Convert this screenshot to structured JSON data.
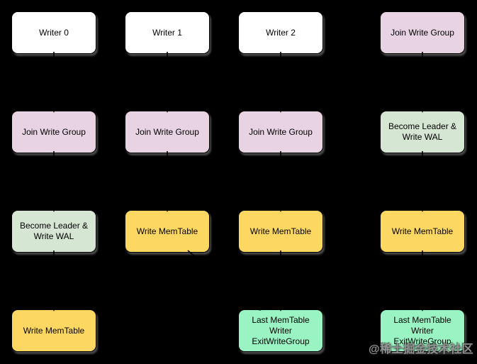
{
  "diagram": {
    "background": "#000000",
    "colors": {
      "white": "#ffffff",
      "purple": "#e7d3e2",
      "green": "#d5e6d2",
      "yellow": "#fcd863",
      "mint": "#9af3c2",
      "border": "#000000",
      "edge": "#000000",
      "text": "#000000"
    },
    "layout": {
      "colX": [
        16,
        176,
        336,
        536
      ],
      "rowY": [
        16,
        156,
        296,
        436
      ],
      "nodeW": 120,
      "nodeH": 60
    },
    "nodes": [
      {
        "id": "writer-0",
        "label": "Writer 0",
        "col": 0,
        "row": 0,
        "color": "white"
      },
      {
        "id": "writer-1",
        "label": "Writer 1",
        "col": 1,
        "row": 0,
        "color": "white"
      },
      {
        "id": "writer-2",
        "label": "Writer 2",
        "col": 2,
        "row": 0,
        "color": "white"
      },
      {
        "id": "join-writer-3",
        "label": "Join Write Group",
        "col": 3,
        "row": 0,
        "color": "purple"
      },
      {
        "id": "join-writer-0",
        "label": "Join Write Group",
        "col": 0,
        "row": 1,
        "color": "purple"
      },
      {
        "id": "join-writer-1",
        "label": "Join Write Group",
        "col": 1,
        "row": 1,
        "color": "purple"
      },
      {
        "id": "join-writer-2",
        "label": "Join Write Group",
        "col": 2,
        "row": 1,
        "color": "purple"
      },
      {
        "id": "leader-writer-3",
        "label": "Become Leader &\nWrite WAL",
        "col": 3,
        "row": 1,
        "color": "green"
      },
      {
        "id": "leader-writer-0",
        "label": "Become Leader &\nWrite WAL",
        "col": 0,
        "row": 2,
        "color": "green"
      },
      {
        "id": "memtable-writer-1",
        "label": "Write MemTable",
        "col": 1,
        "row": 2,
        "color": "yellow"
      },
      {
        "id": "memtable-writer-2",
        "label": "Write MemTable",
        "col": 2,
        "row": 2,
        "color": "yellow"
      },
      {
        "id": "memtable-writer-3",
        "label": "Write MemTable",
        "col": 3,
        "row": 2,
        "color": "yellow"
      },
      {
        "id": "memtable-writer-0",
        "label": "Write MemTable",
        "col": 0,
        "row": 3,
        "color": "yellow"
      },
      {
        "id": "exit-writer-2",
        "label": "Last MemTable Writer\nExitWriteGroup",
        "col": 2,
        "row": 3,
        "color": "mint"
      },
      {
        "id": "exit-writer-3",
        "label": "Last MemTable Writer\nExitWriteGroup",
        "col": 3,
        "row": 3,
        "color": "mint"
      }
    ],
    "edges": [
      {
        "from": "writer-0",
        "to": "join-writer-0",
        "style": "straight"
      },
      {
        "from": "writer-1",
        "to": "join-writer-1",
        "style": "straight"
      },
      {
        "from": "writer-2",
        "to": "join-writer-2",
        "style": "straight"
      },
      {
        "from": "join-writer-3",
        "to": "leader-writer-3",
        "style": "straight"
      },
      {
        "from": "join-writer-0",
        "to": "leader-writer-0",
        "style": "straight"
      },
      {
        "from": "join-writer-1",
        "to": "memtable-writer-1",
        "style": "straight"
      },
      {
        "from": "join-writer-2",
        "to": "memtable-writer-2",
        "style": "straight"
      },
      {
        "from": "leader-writer-3",
        "to": "memtable-writer-3",
        "style": "straight"
      },
      {
        "from": "leader-writer-0",
        "to": "memtable-writer-0",
        "style": "straight"
      },
      {
        "from": "memtable-writer-2",
        "to": "exit-writer-2",
        "style": "straight"
      },
      {
        "from": "memtable-writer-3",
        "to": "exit-writer-3",
        "style": "straight"
      },
      {
        "from": "memtable-writer-1",
        "to": "exit-writer-2",
        "style": "diagonal",
        "fromDx": 89,
        "toDx": 30
      }
    ]
  },
  "watermark": {
    "text": "@稀土掘金技术社区",
    "color": "#9c9c9c"
  }
}
